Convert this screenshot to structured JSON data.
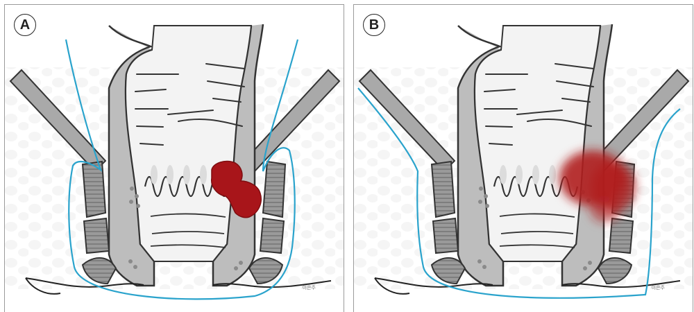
{
  "panels": [
    {
      "label": "A",
      "signature": "이은주"
    },
    {
      "label": "B",
      "signature": "이은주"
    }
  ],
  "colors": {
    "outline": "#2aa3cc",
    "tumor_a": "#a8151a",
    "tumor_b": "#b01e1f",
    "muscle": "#8e8e8e",
    "wall": "#bdbdbd",
    "lumen": "#f2f2f2"
  }
}
